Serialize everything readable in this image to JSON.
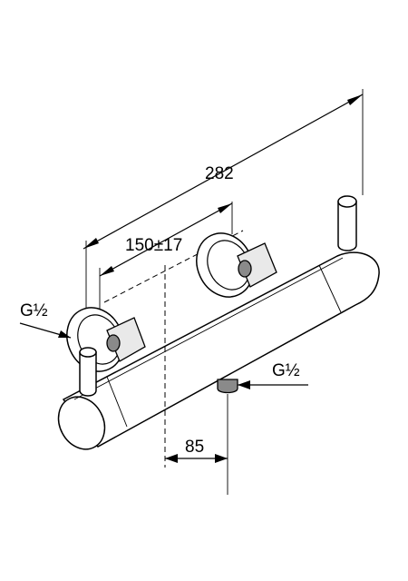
{
  "dimensions": {
    "overall_length": "282",
    "inlet_spacing": "150±17",
    "outlet_offset": "85"
  },
  "connections": {
    "inlet_thread": "G½",
    "outlet_thread": "G½"
  }
}
